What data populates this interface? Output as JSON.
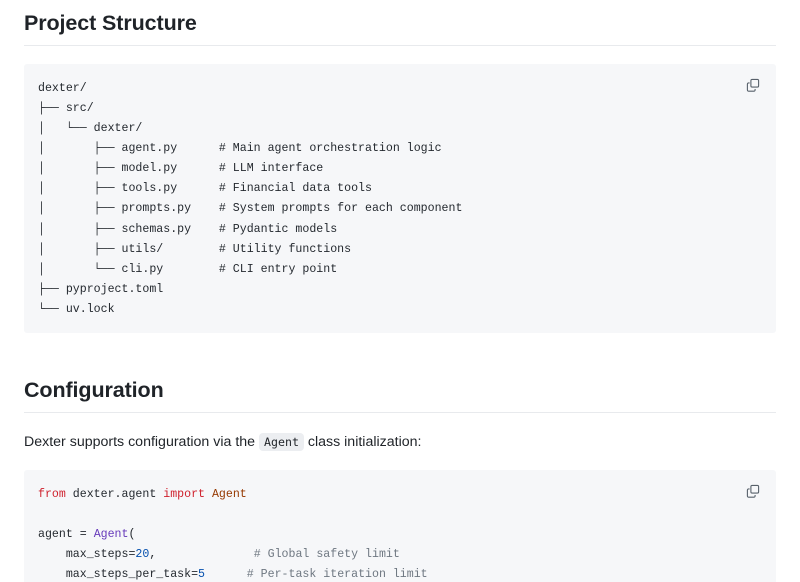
{
  "sections": [
    {
      "heading": "Project Structure",
      "code_block": {
        "copy_label": "Copy",
        "icon": "copy-icon",
        "language": "text",
        "lines": [
          "dexter/",
          "├── src/",
          "│   └── dexter/",
          "│       ├── agent.py      # Main agent orchestration logic",
          "│       ├── model.py      # LLM interface",
          "│       ├── tools.py      # Financial data tools",
          "│       ├── prompts.py    # System prompts for each component",
          "│       ├── schemas.py    # Pydantic models",
          "│       ├── utils/        # Utility functions",
          "│       └── cli.py        # CLI entry point",
          "├── pyproject.toml",
          "└── uv.lock"
        ]
      }
    },
    {
      "heading": "Configuration",
      "paragraph": {
        "before": "Dexter supports configuration via the",
        "inline_code": "Agent",
        "after": "class initialization:"
      },
      "code_block": {
        "copy_label": "Copy",
        "icon": "copy-icon",
        "language": "python",
        "tokens": [
          [
            {
              "t": "from",
              "c": "kw"
            },
            {
              "t": " dexter.agent ",
              "c": "plain"
            },
            {
              "t": "import",
              "c": "kw"
            },
            {
              "t": " ",
              "c": "plain"
            },
            {
              "t": "Agent",
              "c": "cls"
            }
          ],
          [],
          [
            {
              "t": "agent ",
              "c": "plain"
            },
            {
              "t": "=",
              "c": "plain"
            },
            {
              "t": " ",
              "c": "plain"
            },
            {
              "t": "Agent",
              "c": "fn"
            },
            {
              "t": "(",
              "c": "plain"
            }
          ],
          [
            {
              "t": "    max_steps",
              "c": "plain"
            },
            {
              "t": "=",
              "c": "plain"
            },
            {
              "t": "20",
              "c": "num"
            },
            {
              "t": ",              ",
              "c": "plain"
            },
            {
              "t": "# Global safety limit",
              "c": "cmt"
            }
          ],
          [
            {
              "t": "    max_steps_per_task",
              "c": "plain"
            },
            {
              "t": "=",
              "c": "plain"
            },
            {
              "t": "5",
              "c": "num"
            },
            {
              "t": "      ",
              "c": "plain"
            },
            {
              "t": "# Per-task iteration limit",
              "c": "cmt"
            }
          ],
          [
            {
              "t": ")",
              "c": "plain"
            }
          ]
        ]
      }
    }
  ]
}
